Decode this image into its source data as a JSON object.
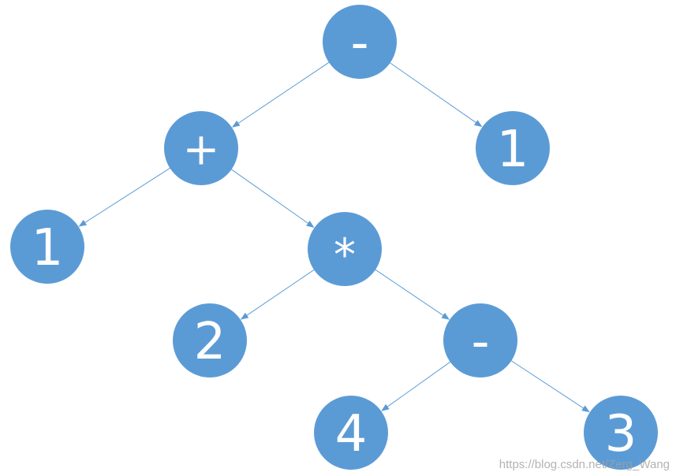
{
  "tree": {
    "nodes": [
      {
        "id": "root",
        "label": "-"
      },
      {
        "id": "plus",
        "label": "+"
      },
      {
        "id": "right_one",
        "label": "1"
      },
      {
        "id": "left_one",
        "label": "1"
      },
      {
        "id": "times",
        "label": "*"
      },
      {
        "id": "two",
        "label": "2"
      },
      {
        "id": "minus2",
        "label": "-"
      },
      {
        "id": "four",
        "label": "4"
      },
      {
        "id": "three",
        "label": "3"
      }
    ],
    "edges": [
      [
        "root",
        "plus"
      ],
      [
        "root",
        "right_one"
      ],
      [
        "plus",
        "left_one"
      ],
      [
        "plus",
        "times"
      ],
      [
        "times",
        "two"
      ],
      [
        "times",
        "minus2"
      ],
      [
        "minus2",
        "four"
      ],
      [
        "minus2",
        "three"
      ]
    ]
  },
  "colors": {
    "node_fill": "#5B9BD5",
    "edge": "#5B9BD5",
    "label": "#ffffff"
  },
  "watermark": "https://blog.csdn.net/Zerg_Wang"
}
